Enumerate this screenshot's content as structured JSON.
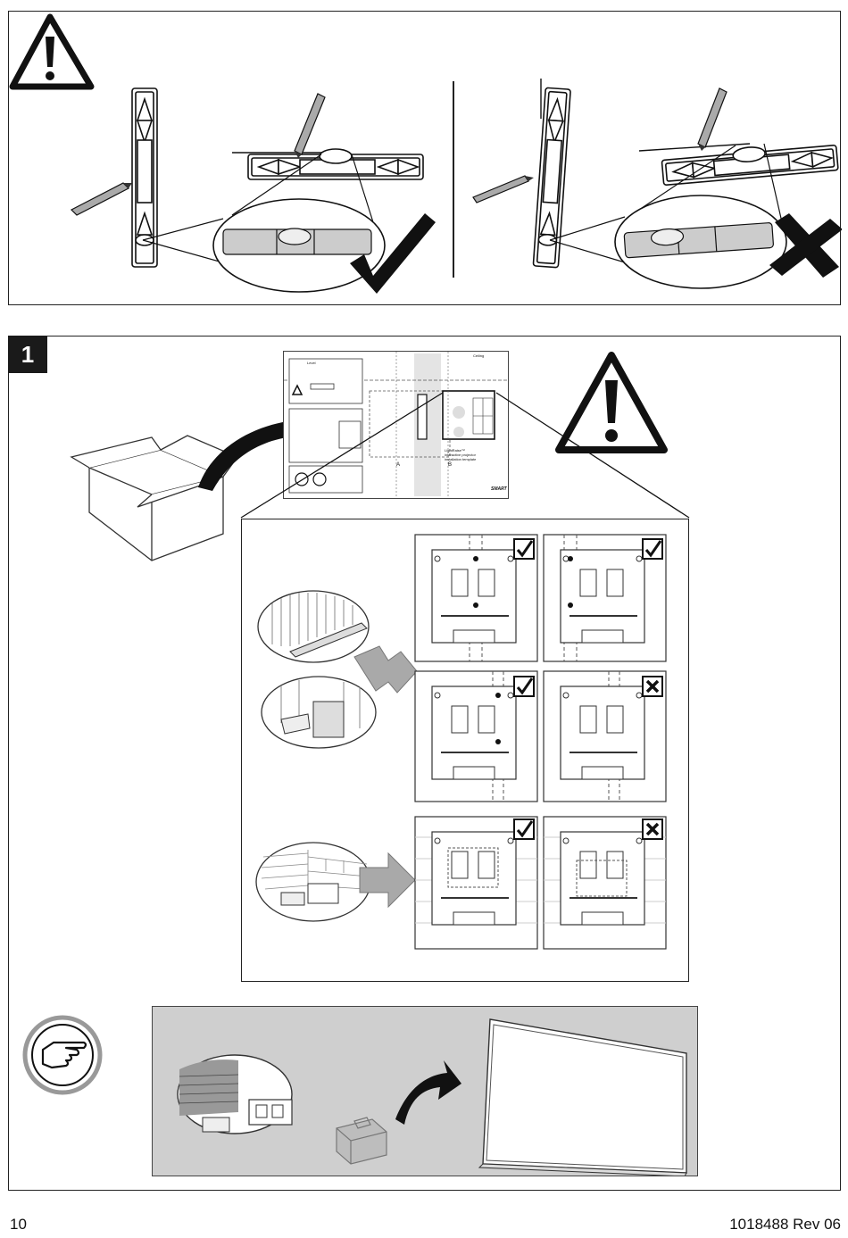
{
  "step": {
    "number": "1"
  },
  "template_sheet": {
    "product_lines": [
      "LightRaise™",
      "interactive projector",
      "installation template"
    ],
    "brand": "SMART",
    "marker_a": "A",
    "marker_b": "B",
    "top_label": "Ceiling",
    "level_label": "Level"
  },
  "footer": {
    "page_number": "10",
    "doc_number": "1018488 Rev 06"
  },
  "icons": {
    "warning": "warning-triangle-icon",
    "check": "check-icon",
    "cross": "cross-icon",
    "hand": "pointing-hand-icon",
    "arrow": "curved-arrow-icon"
  }
}
